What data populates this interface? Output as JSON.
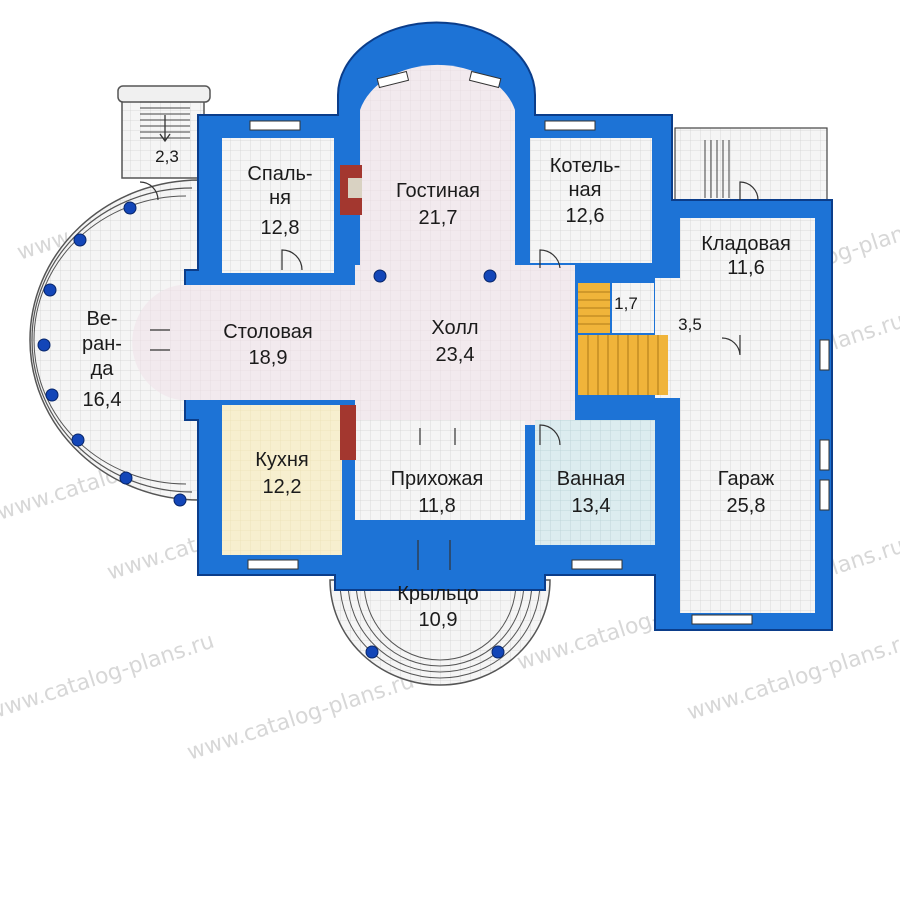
{
  "rooms": {
    "bedroom": {
      "line1": "Спаль-",
      "line2": "ня",
      "area": "12,8"
    },
    "living": {
      "name": "Гостиная",
      "area": "21,7"
    },
    "boiler": {
      "line1": "Котель-",
      "line2": "ная",
      "area": "12,6"
    },
    "storage": {
      "name": "Кладовая",
      "area": "11,6"
    },
    "dining": {
      "name": "Столовая",
      "area": "18,9"
    },
    "hall": {
      "name": "Холл",
      "area": "23,4"
    },
    "veranda": {
      "line1": "Ве-",
      "line2": "ран-",
      "line3": "да",
      "area": "16,4"
    },
    "kitchen": {
      "name": "Кухня",
      "area": "12,2"
    },
    "entry": {
      "name": "Прихожая",
      "area": "11,8"
    },
    "bathroom": {
      "name": "Ванная",
      "area": "13,4"
    },
    "garage": {
      "name": "Гараж",
      "area": "25,8"
    },
    "porch": {
      "name": "Крыльцо",
      "area": "10,9"
    }
  },
  "small_areas": {
    "terrace": "2,3",
    "wc": "1,7",
    "vestibule": "3,5"
  },
  "watermark": "www.catalog-plans.ru",
  "colors": {
    "wall": "#1d73d6",
    "floor": "#f3ebee",
    "kitchen": "#f7efcf",
    "bathroom": "#dcecef",
    "stairs": "#f0b43a"
  }
}
